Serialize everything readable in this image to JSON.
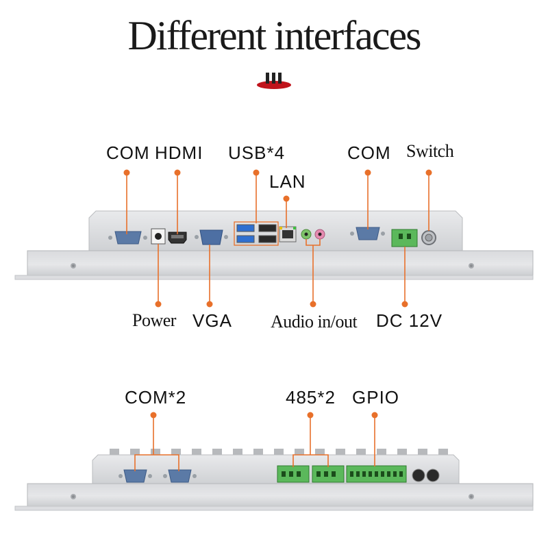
{
  "title": "Different interfaces",
  "accent_color": "#e8702a",
  "top_panel": {
    "labels": {
      "com_left": "COM",
      "hdmi": "HDMI",
      "usb": "USB*4",
      "lan": "LAN",
      "com_right": "COM",
      "switch": "Switch",
      "power": "Power",
      "vga": "VGA",
      "audio": "Audio in/out",
      "dc": "DC 12V"
    }
  },
  "bottom_panel": {
    "labels": {
      "com2": "COM*2",
      "rs485": "485*2",
      "gpio": "GPIO"
    }
  }
}
